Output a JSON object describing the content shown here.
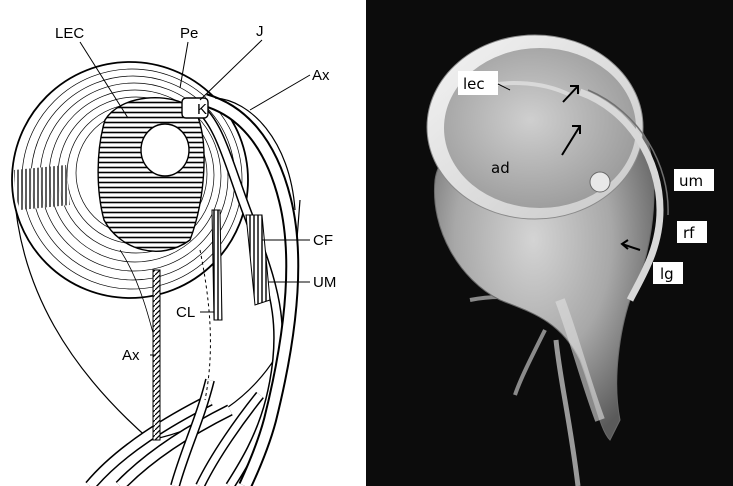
{
  "left_panel": {
    "labels": {
      "lec": "LEC",
      "pe": "Pe",
      "j": "J",
      "ax_top": "Ax",
      "k": "K",
      "cf": "CF",
      "um": "UM",
      "cl": "CL",
      "ax_bottom": "Ax"
    }
  },
  "right_panel": {
    "labels": {
      "lec": "lec",
      "ad": "ad",
      "um": "um",
      "rf": "rf",
      "lg": "lg"
    }
  },
  "colors": {
    "photo_background": "#0c0c0c",
    "line": "#000000"
  }
}
